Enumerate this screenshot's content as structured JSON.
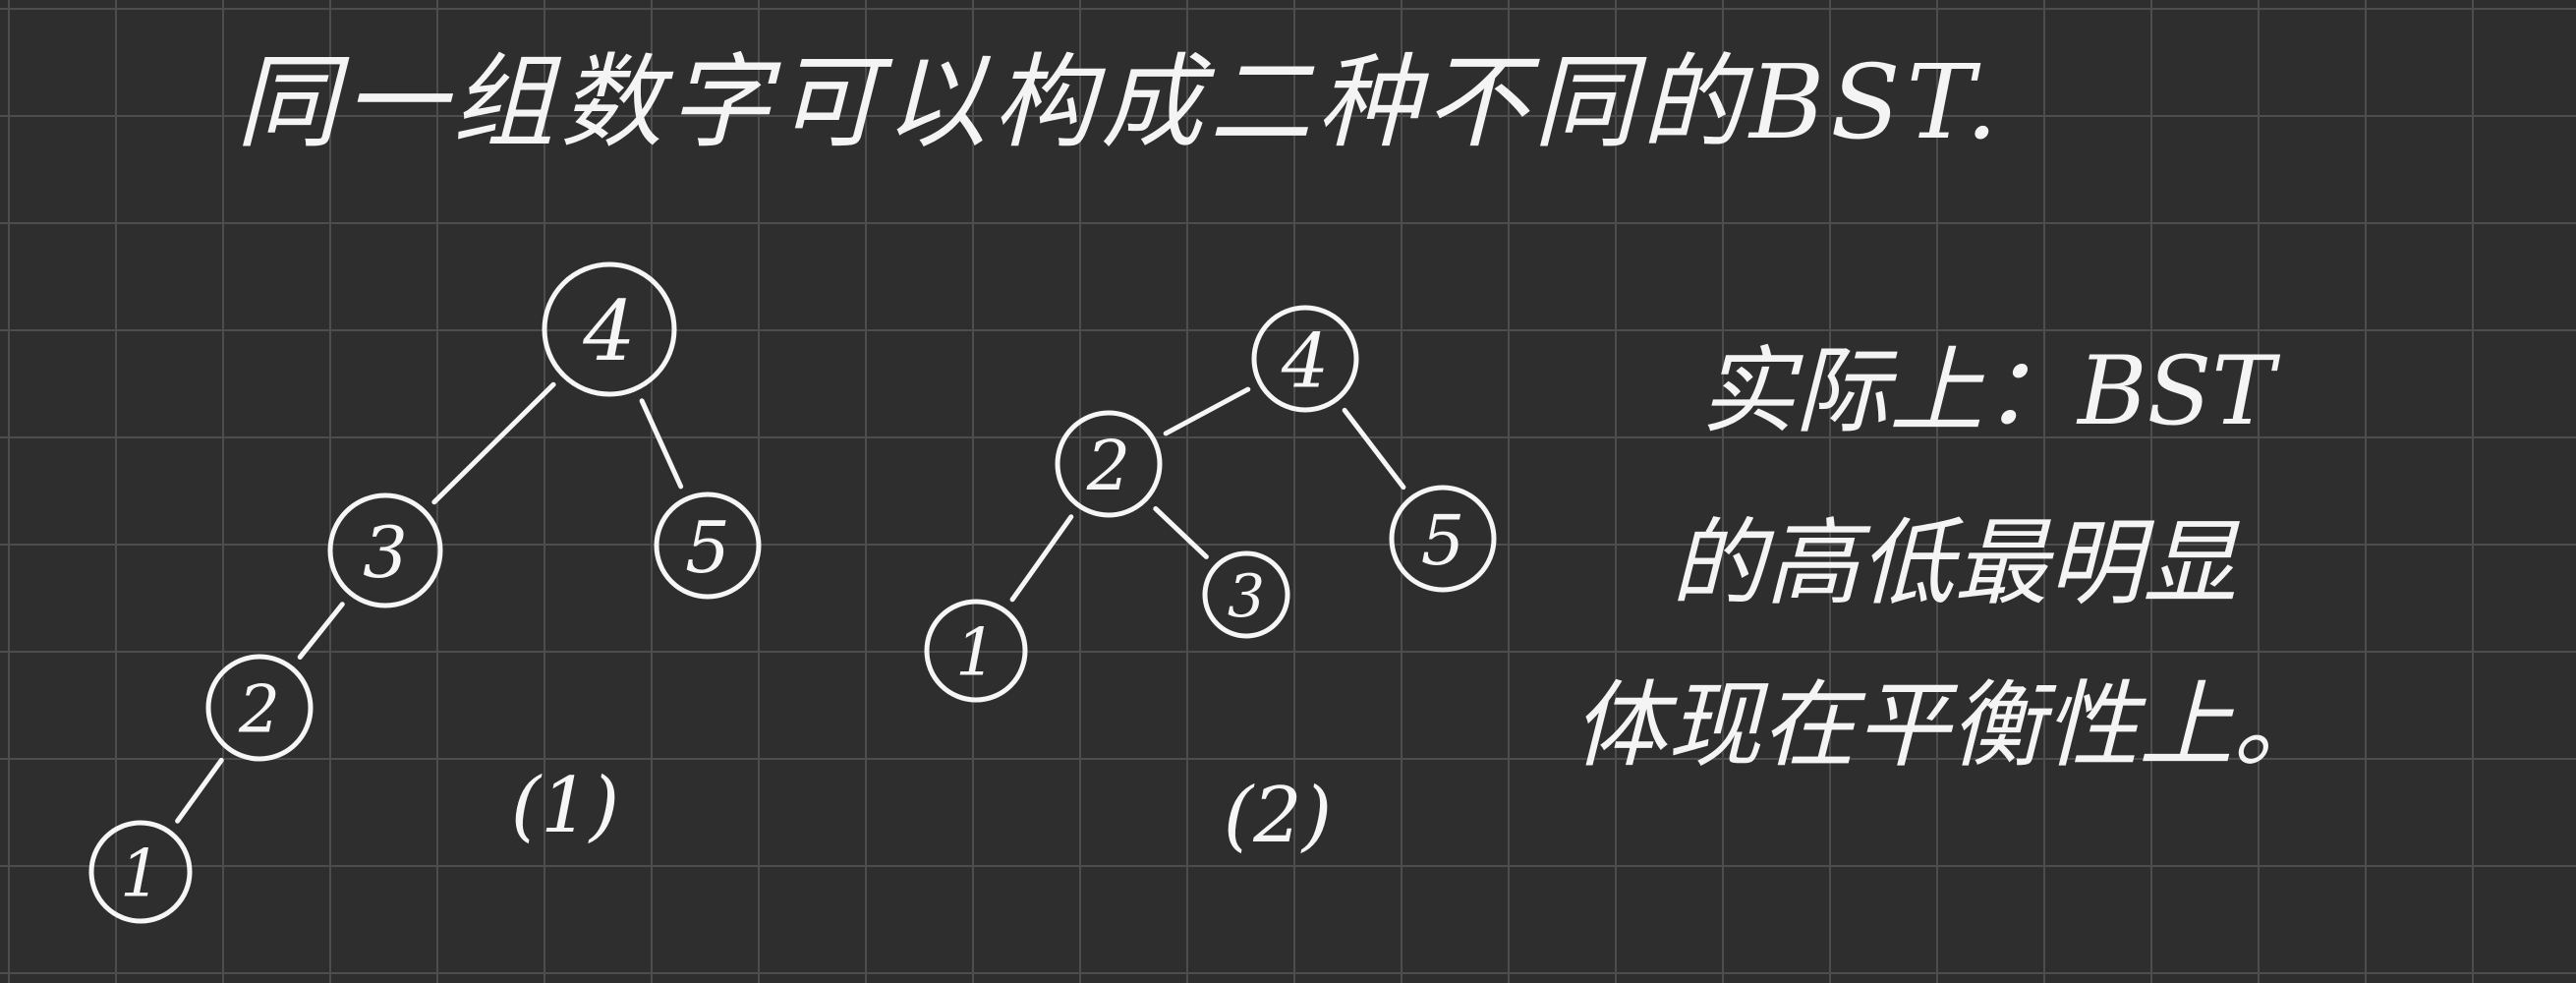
{
  "title": "同一组数字可以构成二种不同的BST.",
  "trees": [
    {
      "caption": "(1)",
      "nodes": [
        {
          "id": "n4",
          "label": "4"
        },
        {
          "id": "n3",
          "label": "3"
        },
        {
          "id": "n5",
          "label": "5"
        },
        {
          "id": "n2",
          "label": "2"
        },
        {
          "id": "n1",
          "label": "1"
        }
      ],
      "edges": [
        [
          "n4",
          "n3"
        ],
        [
          "n4",
          "n5"
        ],
        [
          "n3",
          "n2"
        ],
        [
          "n2",
          "n1"
        ]
      ]
    },
    {
      "caption": "(2)",
      "nodes": [
        {
          "id": "m4",
          "label": "4"
        },
        {
          "id": "m2",
          "label": "2"
        },
        {
          "id": "m5",
          "label": "5"
        },
        {
          "id": "m1",
          "label": "1"
        },
        {
          "id": "m3",
          "label": "3"
        }
      ],
      "edges": [
        [
          "m4",
          "m2"
        ],
        [
          "m4",
          "m5"
        ],
        [
          "m2",
          "m1"
        ],
        [
          "m2",
          "m3"
        ]
      ]
    }
  ],
  "note": {
    "line1": "实际上：BST",
    "line2": "的高低最明显",
    "line3": "体现在平衡性上。"
  },
  "colors": {
    "background": "#2e2e2e",
    "grid": "#4d4d4d",
    "ink": "#f6f6f6"
  }
}
